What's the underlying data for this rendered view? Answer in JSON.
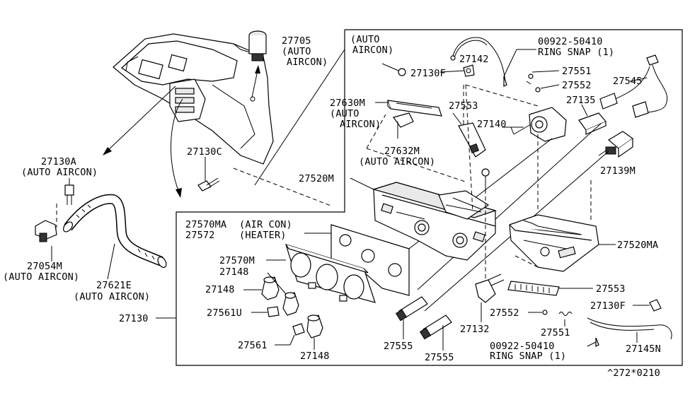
{
  "diagram": {
    "footer_code": "^272*0210",
    "labels": {
      "p27705": "27705",
      "p27705_note1": "(AUTO",
      "p27705_note2": "AIRCON)",
      "p27130A": "27130A",
      "p27130A_note": "(AUTO AIRCON)",
      "p27130C": "27130C",
      "p27054M": "27054M",
      "p27054M_note": "(AUTO AIRCON)",
      "p27621E": "27621E",
      "p27621E_note": "(AUTO AIRCON)",
      "auto_aircon_top1": "(AUTO",
      "auto_aircon_top2": "AIRCON)",
      "p27142": "27142",
      "p00922_top": "00922-50410",
      "ring_snap_top": "RING SNAP (1)",
      "p27130F_top": "27130F",
      "p27551_top": "27551",
      "p27552_top": "27552",
      "p27545": "27545",
      "p27630M": "27630M",
      "p27630M_note1": "(AUTO",
      "p27630M_note2": "AIRCON)",
      "p27553_top": "27553",
      "p27140": "27140",
      "p27135": "27135",
      "p27632M": "27632M",
      "p27632M_note": "(AUTO AIRCON)",
      "p27139M": "27139M",
      "p27520M": "27520M",
      "p27570MA": "27570MA",
      "p27570MA_note": "(AIR CON)",
      "p27572": "27572",
      "p27572_note": "(HEATER)",
      "p27570M": "27570M",
      "p27148_a": "27148",
      "p27148_b": "27148",
      "p27561U": "27561U",
      "p27130": "27130",
      "p27561": "27561",
      "p27148_c": "27148",
      "p27555_a": "27555",
      "p27555_b": "27555",
      "p27132": "27132",
      "p27520MA": "27520MA",
      "p27553_bot": "27553",
      "p27552_bot": "27552",
      "p27551_bot": "27551",
      "p27130F_bot": "27130F",
      "p00922_bot": "00922-50410",
      "ring_snap_bot": "RING SNAP (1)",
      "p27145N": "27145N"
    }
  }
}
